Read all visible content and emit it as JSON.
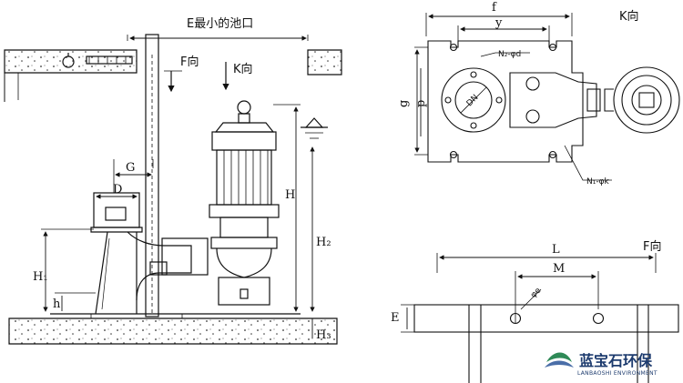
{
  "diagram": {
    "left_view": {
      "pit_label": "E最小的池口",
      "f_dir_label": "F向",
      "k_dir_label": "K向",
      "dims": {
        "G": "G",
        "D": "D",
        "H": "H",
        "H1": "H₁",
        "H2": "H₂",
        "H3": "H₃",
        "h": "h"
      }
    },
    "k_view": {
      "title": "K向",
      "dims": {
        "f": "f",
        "y": "y",
        "g": "g",
        "p": "p"
      },
      "n2": "N₂-φd",
      "n1": "N₁-φk",
      "flange": "DN"
    },
    "f_view": {
      "title": "F向",
      "dims": {
        "L": "L",
        "M": "M",
        "E": "E",
        "phi_e": "φe"
      }
    }
  },
  "logo": {
    "name_cn": "蓝宝石环保",
    "name_en": "LANBAOSHI ENVIRONMENT"
  }
}
